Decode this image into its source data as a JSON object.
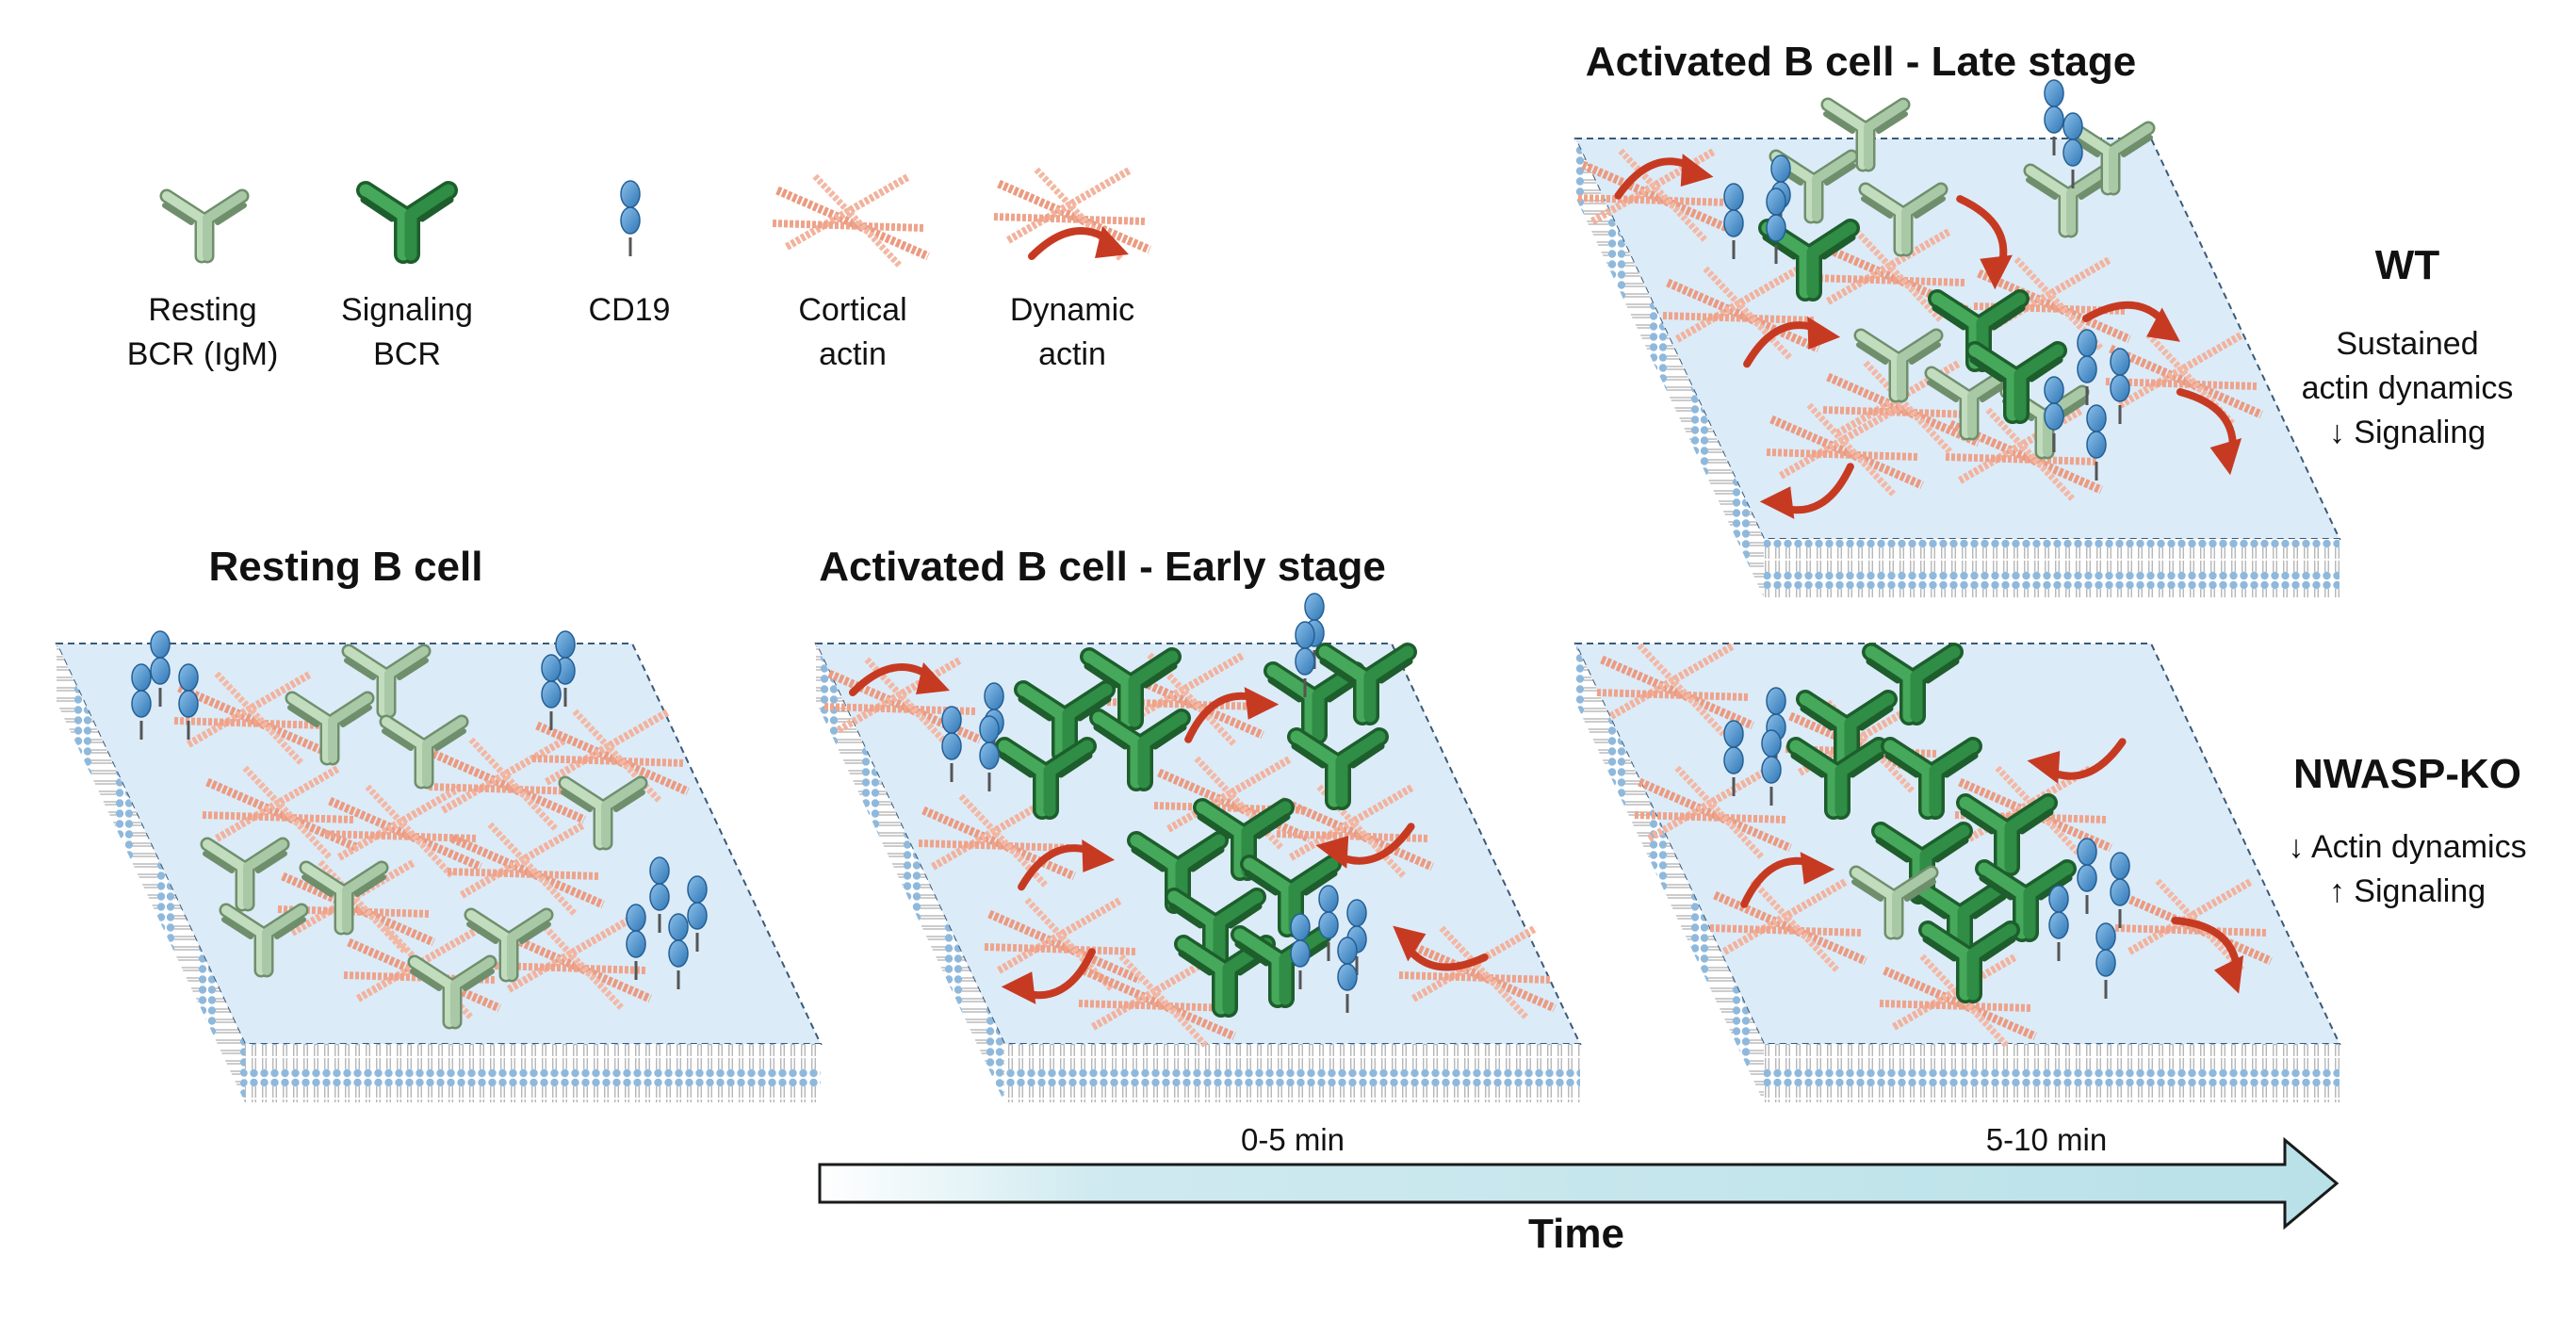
{
  "legend": [
    {
      "line1": "Resting",
      "line2": "BCR (IgM)"
    },
    {
      "line1": "Signaling",
      "line2": "BCR"
    },
    {
      "line1": "CD19",
      "line2": ""
    },
    {
      "line1": "Cortical",
      "line2": "actin"
    },
    {
      "line1": "Dynamic",
      "line2": "actin"
    }
  ],
  "panels": {
    "resting": {
      "title": "Resting B cell"
    },
    "early": {
      "title": "Activated B cell - Early stage"
    },
    "late": {
      "title": "Activated B cell - Late stage"
    }
  },
  "conditions": {
    "wt": {
      "label": "WT",
      "line1": "Sustained",
      "line2": "actin dynamics",
      "line3": "↓ Signaling"
    },
    "ko": {
      "label": "NWASP-KO",
      "line1": "↓ Actin dynamics",
      "line2": "↑ Signaling"
    }
  },
  "timeline": {
    "tick1": "0-5 min",
    "tick2": "5-10 min",
    "label": "Time"
  },
  "colors": {
    "membrane": "#dcebf8",
    "lipid_head": "#8fb9dc",
    "resting_bcr": "#a9c9a6",
    "signaling_bcr": "#2f8d45",
    "cd19": "#3f88c5",
    "cortical_actin": "#f0a58d",
    "dynamic_arrow": "#c73a22",
    "time_arrow": "#bfe4ea"
  }
}
